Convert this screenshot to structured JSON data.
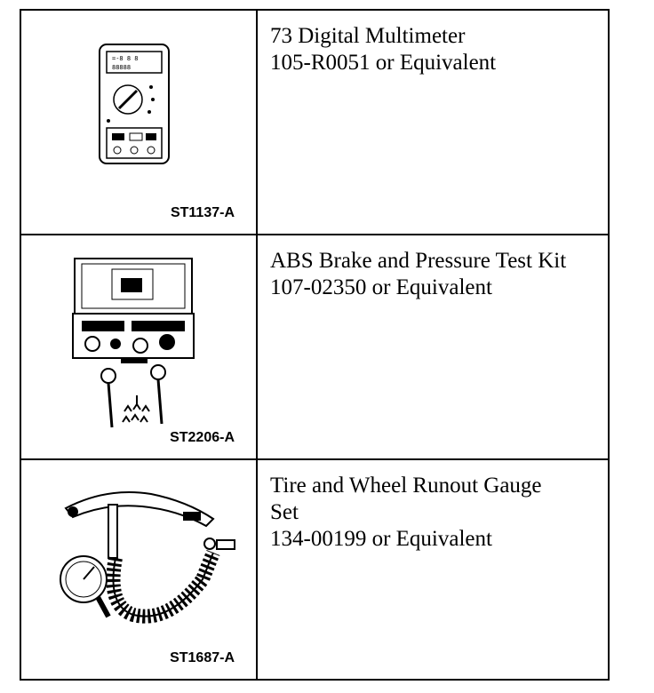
{
  "rows": [
    {
      "illustration": "digital-multimeter",
      "caption": "ST1137-A",
      "lines": [
        "73 Digital Multimeter",
        "105-R0051 or Equivalent"
      ]
    },
    {
      "illustration": "abs-brake-pressure-test-kit",
      "caption": "ST2206-A",
      "lines": [
        "ABS Brake and Pressure Test Kit",
        "107-02350 or Equivalent"
      ]
    },
    {
      "illustration": "runout-gauge-set",
      "caption": "ST1687-A",
      "lines": [
        "Tire and Wheel Runout Gauge",
        "Set",
        "134-00199 or Equivalent"
      ]
    }
  ]
}
